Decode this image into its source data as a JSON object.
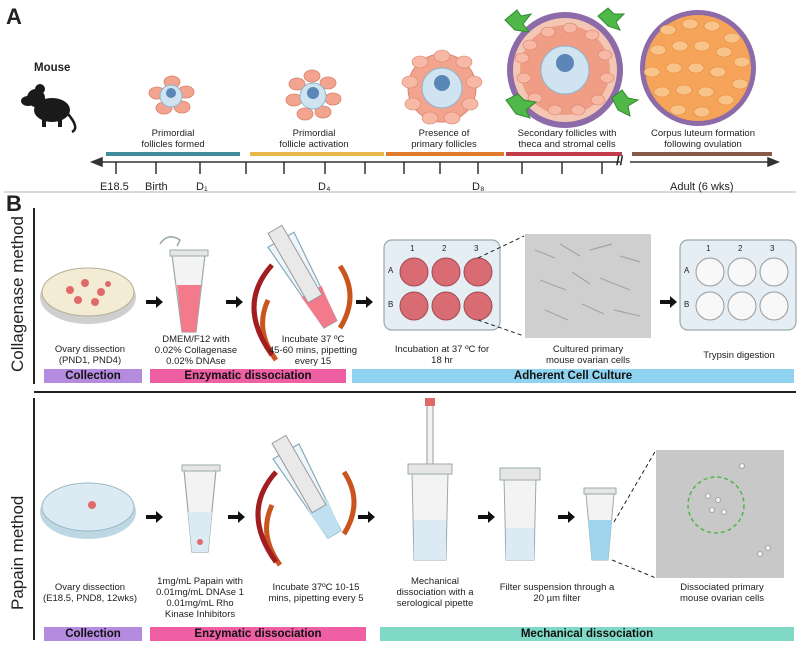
{
  "panel_a": {
    "letter": "A",
    "organism": "Mouse",
    "stages": [
      {
        "label": "Primordial\nfollicles formed"
      },
      {
        "label": "Primordial\nfollicle activation"
      },
      {
        "label": "Presence of\nprimary follicles"
      },
      {
        "label": "Secondary follicles with\ntheca and stromal cells"
      },
      {
        "label": "Corpus luteum formation\nfollowing ovulation"
      }
    ],
    "stage_colors": [
      "#3f8c9b",
      "#e9b84a",
      "#e07a2c",
      "#c43c4c",
      "#8a5a48"
    ],
    "ticks": [
      {
        "label": "E18.5"
      },
      {
        "label": "Birth"
      },
      {
        "label": "D₁"
      },
      {
        "label": "D₄"
      },
      {
        "label": "D₈"
      },
      {
        "label": "Adult (6 wks)"
      }
    ],
    "break_symbol": "//"
  },
  "panel_b": {
    "letter": "B",
    "collagenase": {
      "title": "Collagenase method",
      "steps": [
        {
          "caption": "Ovary dissection\n(PND1, PND4)"
        },
        {
          "caption": "DMEM/F12 with\n0.02% Collagenase\n0.02% DNAse"
        },
        {
          "caption": "Incubate 37 ºC\n45-60 mins, pipetting\nevery 15"
        },
        {
          "caption": "Incubation at 37 ºC for\n18 hr"
        },
        {
          "caption": "Cultured primary\nmouse ovarian cells"
        },
        {
          "caption": "Trypsin digestion"
        }
      ],
      "plate_cols": [
        "1",
        "2",
        "3"
      ],
      "plate_rows": [
        "A",
        "B"
      ],
      "bars": [
        {
          "label": "Collection",
          "color": "#b58be0"
        },
        {
          "label": "Enzymatic dissociation",
          "color": "#ee5fa4"
        },
        {
          "label": "Adherent Cell Culture",
          "color": "#8fd3f0"
        }
      ]
    },
    "papain": {
      "title": "Papain method",
      "steps": [
        {
          "caption": "Ovary dissection\n(E18.5, PND8, 12wks)"
        },
        {
          "caption": "1mg/mL Papain with\n0.01mg/mL DNAse 1\n0.01mg/mL Rho\nKinase Inhibitors"
        },
        {
          "caption": "Incubate 37ºC 10-15\nmins, pipetting every 5"
        },
        {
          "caption": "Mechanical\ndissociation with a\nserological pipette"
        },
        {
          "caption": "Filter suspension through a\n20 µm filter"
        },
        {
          "caption": "Dissociated primary\nmouse ovarian cells"
        }
      ],
      "bars": [
        {
          "label": "Collection",
          "color": "#b58be0"
        },
        {
          "label": "Enzymatic dissociation",
          "color": "#ee5fa4"
        },
        {
          "label": "Mechanical dissociation",
          "color": "#80d8c6"
        }
      ]
    }
  }
}
